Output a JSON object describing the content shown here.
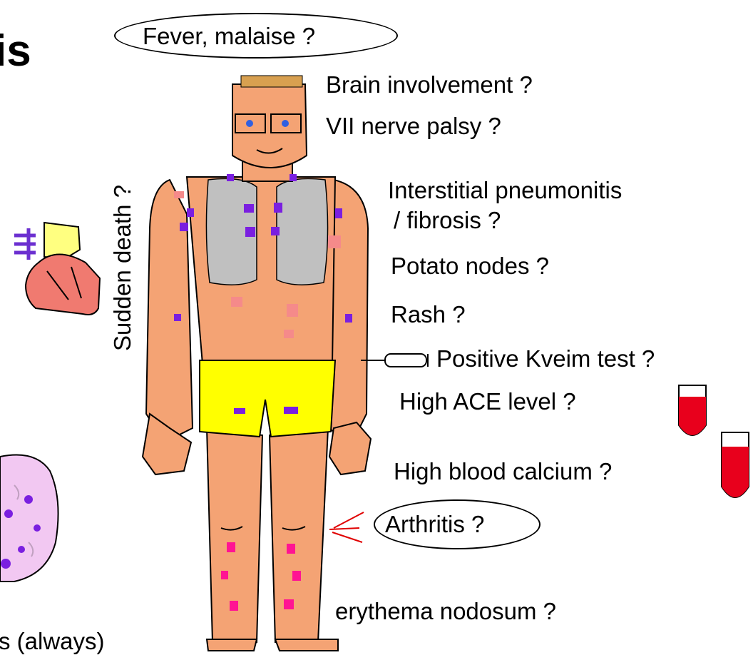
{
  "title_fragment": "is",
  "labels": {
    "fever": "Fever, malaise ?",
    "brain": "Brain involvement ?",
    "nerve": "VII nerve palsy ?",
    "pneumonitis_1": "Interstitial pneumonitis",
    "pneumonitis_2": "/ fibrosis ?",
    "potato": "Potato nodes ?",
    "rash": "Rash ?",
    "kveim": "Positive Kveim test ?",
    "ace": "High ACE level ?",
    "calcium": "High blood calcium ?",
    "arthritis": "Arthritis ?",
    "erythema": "erythema nodosum ?",
    "always": "s (always)",
    "sudden_death": "Sudden death ?"
  },
  "colors": {
    "skin": "#f4a374",
    "lung": "#c0c0c0",
    "shorts": "#ffff00",
    "lesion_purple": "#7a1fe0",
    "lesion_pink": "#ff1493",
    "rash_pink": "#f58a8a",
    "blood": "#e8001c",
    "heart": "#f07a70",
    "tissue": "#f0c8f0"
  }
}
